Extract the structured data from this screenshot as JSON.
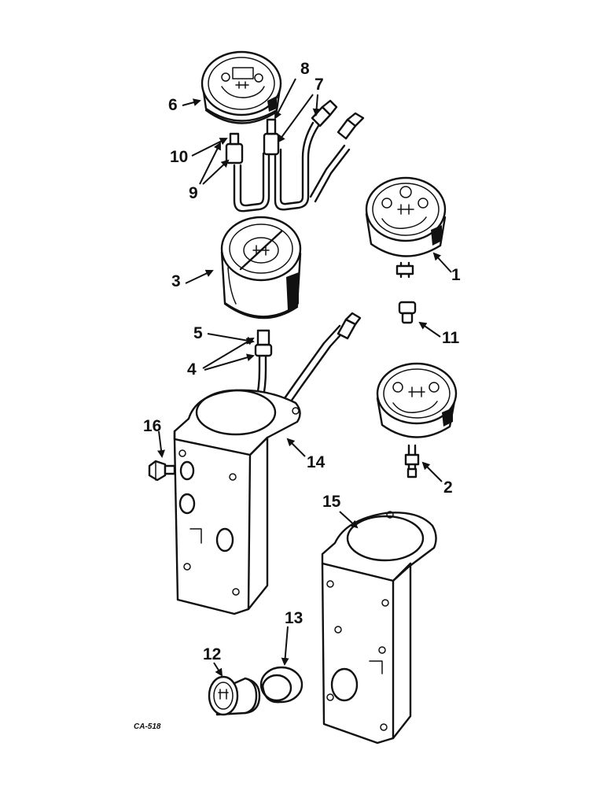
{
  "figure_code": "CA-518",
  "callouts": {
    "c1": "1",
    "c2": "2",
    "c3": "3",
    "c4": "4",
    "c5": "5",
    "c6": "6",
    "c7": "7",
    "c8": "8",
    "c9": "9",
    "c10": "10",
    "c11": "11",
    "c12": "12",
    "c13": "13",
    "c14": "14",
    "c15": "15",
    "c16": "16"
  },
  "colors": {
    "ink": "#111111",
    "paper": "#ffffff"
  }
}
